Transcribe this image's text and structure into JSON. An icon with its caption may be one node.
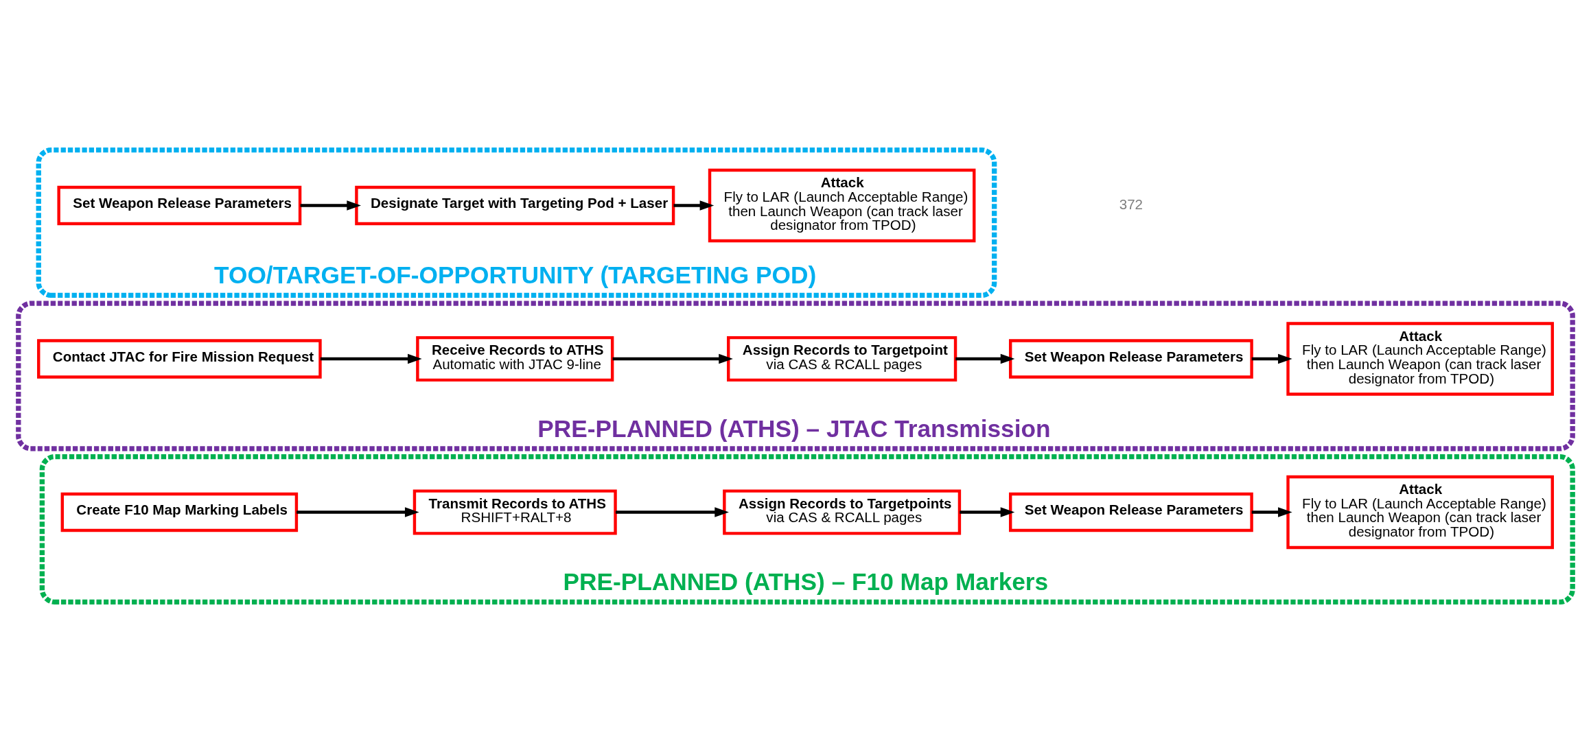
{
  "diagram": {
    "nodes": [
      {
        "text": [
          "PRE-PLANNED (ATHS) – F10 Map Markers"
        ]
      },
      {
        "text": [
          "Create F10 Map Marking Labels"
        ],
        "in": 0
      },
      {
        "text": [
          "Transmit Records to ATHS",
          "RSHIFT+RALT+8"
        ],
        "in": 0
      },
      {
        "text": [
          "Assign Records to Targetpoints",
          "via CAS & RCALL pages"
        ],
        "in": 0
      },
      {
        "text": [
          "Set Weapon Release Parameters"
        ],
        "in": 0
      },
      {
        "text": [
          "Attack",
          "Fly to LAR (Launch Acceptable Range) then Launch Weapon (can track laser designator from TPOD)"
        ],
        "in": 0
      },
      {
        "text": [
          "PRE-PLANNED (ATHS) – JTAC Transmission"
        ]
      },
      {
        "text": [
          "Contact JTAC for Fire Mission Request"
        ],
        "in": 6
      },
      {
        "text": [
          "Receive Records to ATHS",
          "Automatic with JTAC 9-line"
        ],
        "in": 6
      },
      {
        "text": [
          "Assign Records to Targetpoint",
          "via CAS & RCALL pages"
        ],
        "in": 6
      },
      {
        "text": [
          "Set Weapon Release Parameters"
        ],
        "in": 6
      },
      {
        "text": [
          "Attack",
          "Fly to LAR (Launch Acceptable Range) then Launch Weapon (can track laser designator from TPOD)"
        ],
        "in": 6
      },
      {
        "text": [
          "TOO/TARGET-OF-OPPORTUNITY (TARGETING POD)"
        ]
      },
      {
        "text": [
          "Set Weapon Release Parameters"
        ],
        "in": 12
      },
      {
        "text": [
          "Designate Target with Targeting Pod + Laser"
        ],
        "in": 12
      },
      {
        "text": [
          "Attack",
          "Fly to LAR (Launch Acceptable Range) then Launch Weapon (can track laser designator from TPOD)"
        ],
        "in": 12
      }
    ],
    "edges": [
      {
        "from": 1,
        "to": 2,
        "arrow": "to"
      },
      {
        "from": 2,
        "to": 3,
        "arrow": "to"
      },
      {
        "from": 3,
        "to": 4,
        "arrow": "to"
      },
      {
        "from": 4,
        "to": 5,
        "arrow": "to"
      },
      {
        "from": 7,
        "to": 8,
        "arrow": "to"
      },
      {
        "from": 8,
        "to": 9,
        "arrow": "to"
      },
      {
        "from": 9,
        "to": 10,
        "arrow": "to"
      },
      {
        "from": 10,
        "to": 11,
        "arrow": "to"
      },
      {
        "from": 13,
        "to": 14,
        "arrow": "to"
      },
      {
        "from": 14,
        "to": 15,
        "arrow": "to"
      }
    ],
    "labels": [
      "372"
    ]
  }
}
